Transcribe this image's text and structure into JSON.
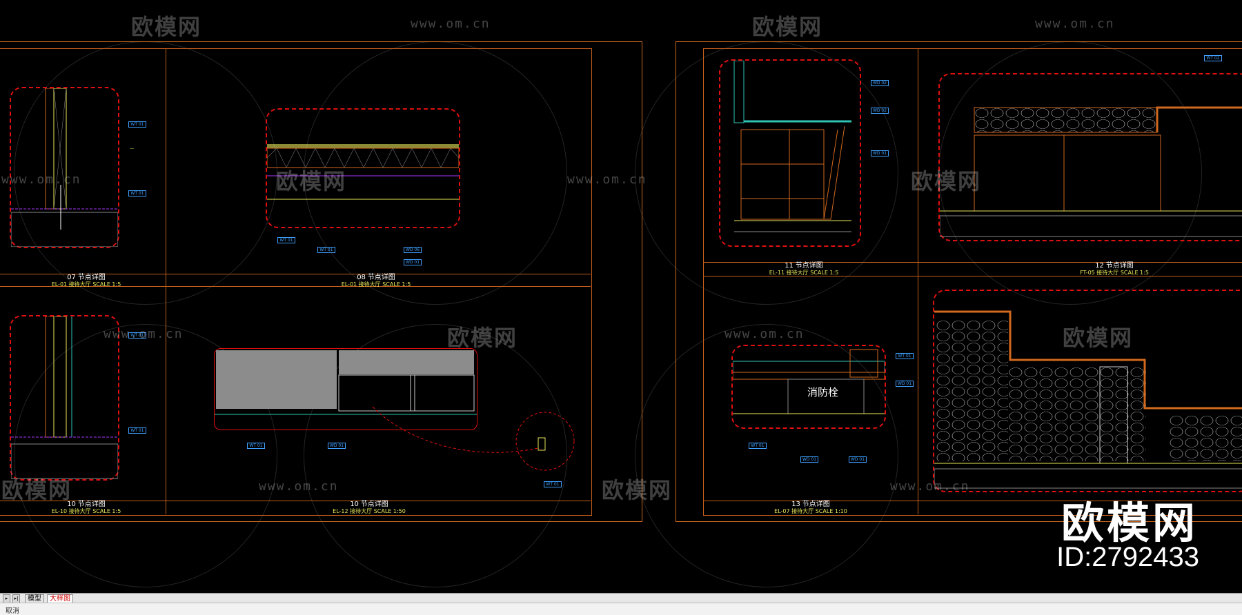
{
  "watermark": {
    "brand": "欧模网",
    "url": "www.om.cn"
  },
  "brand_overlay": {
    "name": "欧模网",
    "id": "ID:2792433"
  },
  "details": {
    "d07": {
      "code": "07",
      "name": "节点详图",
      "ref": "EL-01",
      "loc": "接待大厅",
      "scale": "SCALE 1:5"
    },
    "d08": {
      "code": "08",
      "name": "节点详图",
      "ref": "EL-01",
      "loc": "接待大厅",
      "scale": "SCALE 1:5"
    },
    "d10": {
      "code": "10",
      "name": "节点详图",
      "ref": "EL-10",
      "loc": "接待大厅",
      "scale": "SCALE 1:5"
    },
    "d11": {
      "code": "11",
      "name": "节点详图",
      "ref": "EL-11",
      "loc": "接待大厅",
      "scale": "SCALE 1:5"
    },
    "d12": {
      "code": "12",
      "name": "节点详图",
      "ref": "FT-05",
      "loc": "接待大厅",
      "scale": "SCALE 1:5"
    },
    "d13": {
      "code": "13",
      "name": "节点详图",
      "ref": "EL-07",
      "loc": "接待大厅",
      "scale": "SCALE 1:10"
    },
    "d10b": {
      "code": "10",
      "name": "节点详图",
      "ref": "EL-12",
      "loc": "接待大厅",
      "scale": "SCALE 1:50"
    }
  },
  "fire_hydrant_label": "消防栓",
  "tabs": {
    "model": "模型",
    "layout": "大样图"
  },
  "command_line": "取消",
  "colors": {
    "background": "#000000",
    "frame": "#c8601c",
    "detail_border": "#e01010",
    "annotation": "#e8e85a",
    "tag": "#3fa0ff"
  }
}
